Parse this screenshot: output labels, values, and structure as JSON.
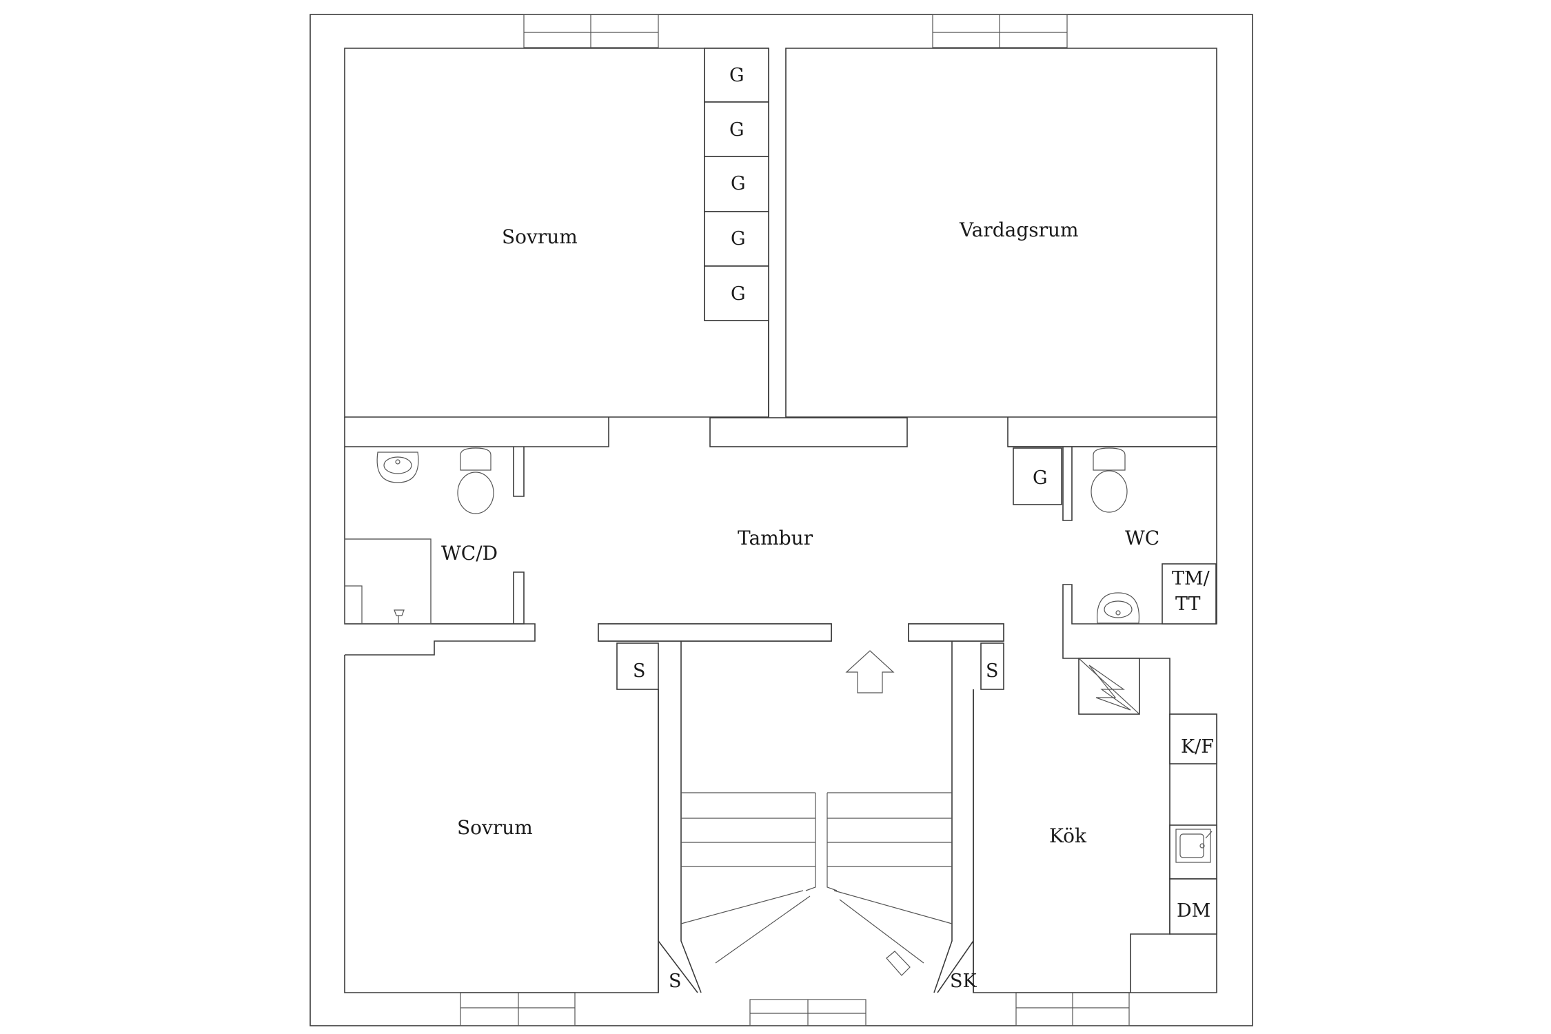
{
  "rooms": {
    "bedroom_top": "Sovrum",
    "living_room": "Vardagsrum",
    "hall": "Tambur",
    "bath_left": "WC/D",
    "wc_right": "WC",
    "bedroom_bottom": "Sovrum",
    "kitchen": "Kök"
  },
  "fixtures": {
    "wardrobe": "G",
    "closet_right": "G",
    "storage": "S",
    "storage_stair_right": "S",
    "storage_bottom": "S",
    "skap": "SK",
    "washer_dryer_line1": "TM/",
    "washer_dryer_line2": "TT",
    "fridge_freezer": "K/F",
    "dishwasher": "DM"
  },
  "icons": [
    "toilet-icon",
    "sink-icon",
    "shower-icon",
    "entrance-arrow-icon",
    "electrical-panel-icon",
    "kitchen-sink-icon"
  ]
}
